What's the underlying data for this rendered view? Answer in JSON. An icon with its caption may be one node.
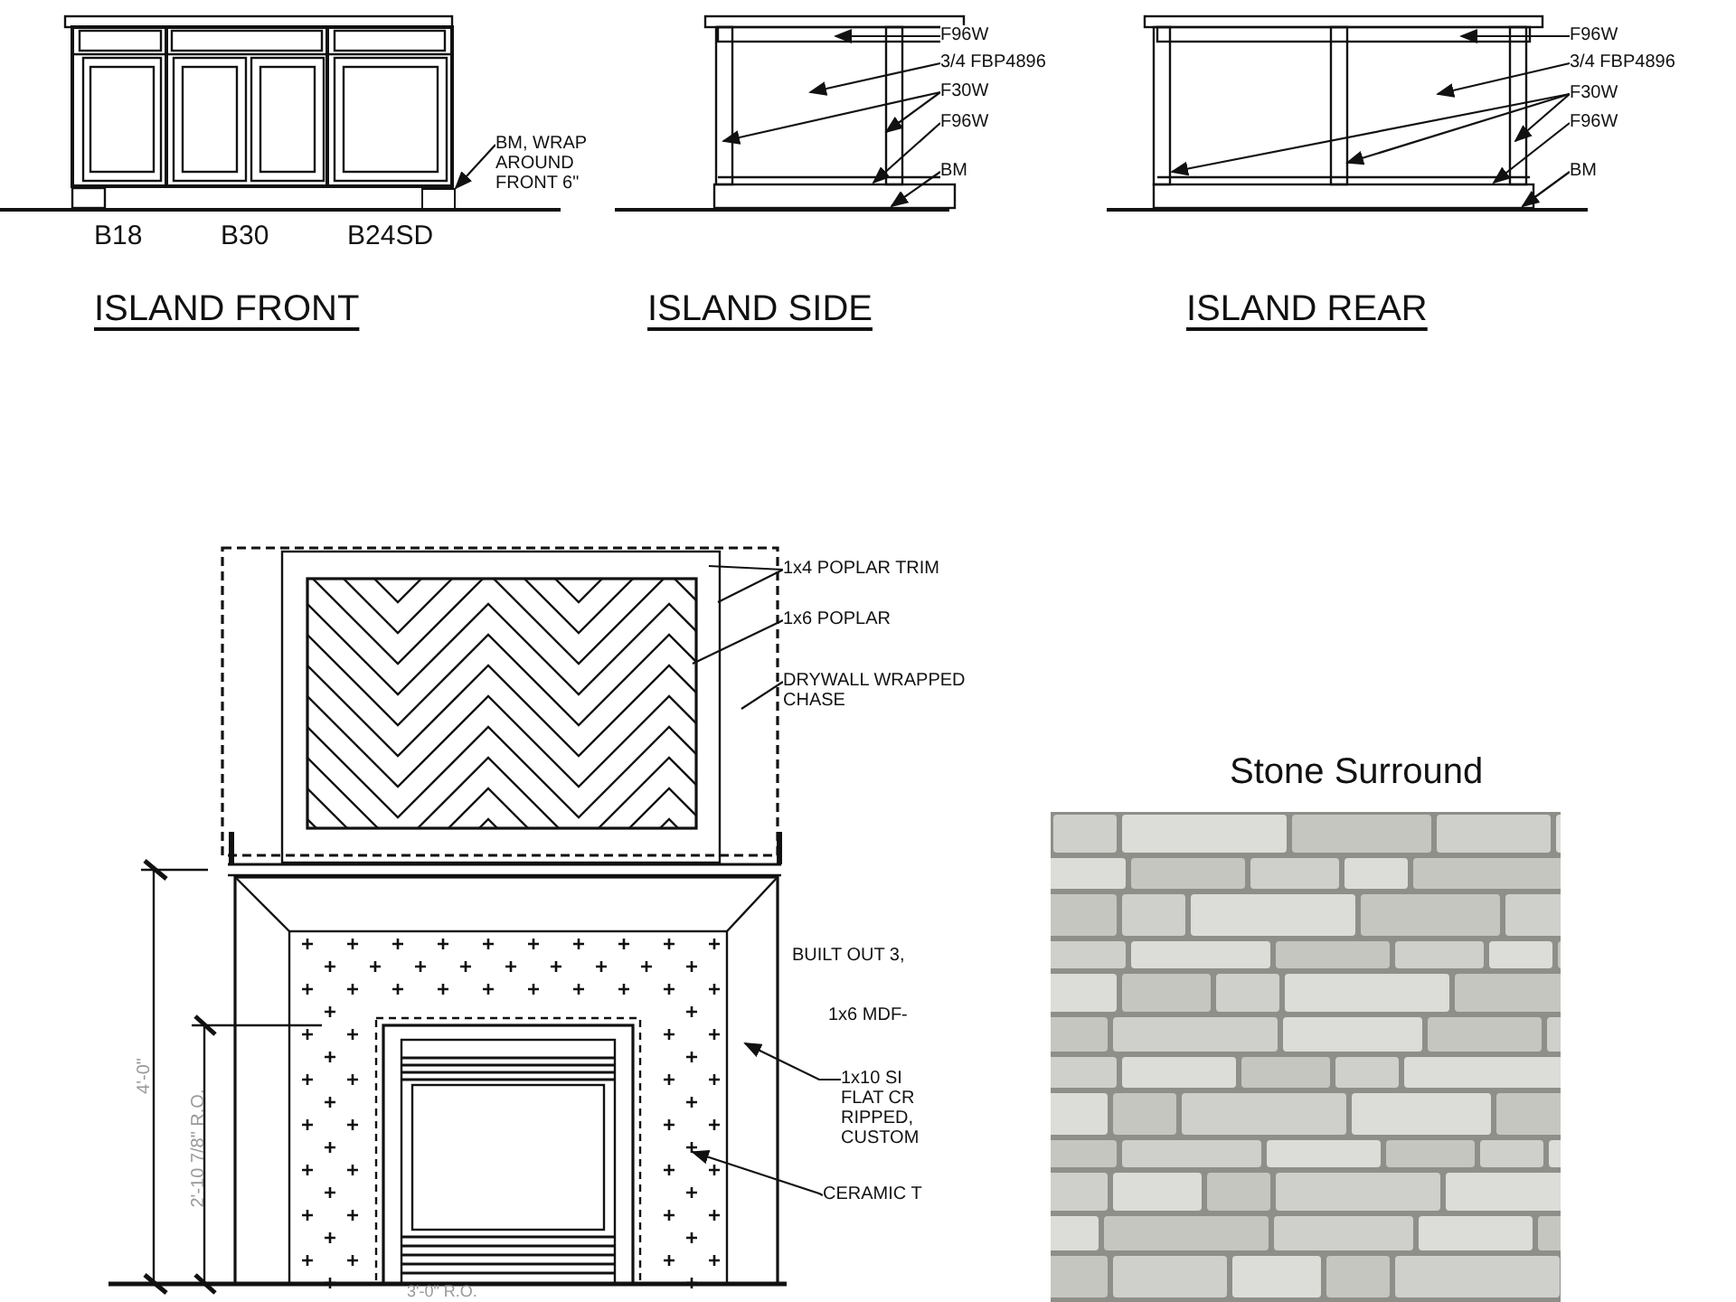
{
  "diagram": {
    "nodes": [
      {
        "text": [
          "BM, WRAP AROUND FRONT 6\""
        ]
      },
      {
        "text": [
          "F96W"
        ]
      },
      {
        "text": [
          "3/4 FBP4896"
        ]
      },
      {
        "text": [
          "F30W"
        ]
      },
      {
        "text": [
          "F96W"
        ]
      },
      {
        "text": [
          "BM"
        ]
      },
      {
        "text": [
          "F96W"
        ]
      },
      {
        "text": [
          "3/4 FBP4896"
        ]
      },
      {
        "text": [
          "F30W"
        ]
      },
      {
        "text": [
          "F96W"
        ]
      },
      {
        "text": [
          "BM"
        ]
      },
      {
        "text": [
          "1x4 POPLAR TRIM"
        ]
      },
      {
        "text": [
          "1x6 POPLAR"
        ]
      },
      {
        "text": [
          "DRYWALL WRAPPED CHASE"
        ]
      },
      {
        "text": [
          "1x10 SI FLAT CR RIPPED, CUSTOM"
        ]
      },
      {
        "text": [
          "CERAMIC T"
        ]
      },
      {
        "text": [],
        "shape": "box"
      }
    ],
    "edges": [
      {
        "from": 0,
        "to": 16,
        "arrow": "to"
      },
      {
        "from": 1,
        "to": null,
        "arrow": "to"
      },
      {
        "from": 2,
        "to": null,
        "arrow": "to"
      },
      {
        "from": 3,
        "to": null,
        "arrow": "to"
      },
      {
        "from": 3,
        "to": null,
        "arrow": "to"
      },
      {
        "from": 4,
        "to": null,
        "arrow": "to"
      },
      {
        "from": 5,
        "to": null,
        "arrow": "to"
      },
      {
        "from": 6,
        "to": null,
        "arrow": "to"
      },
      {
        "from": 7,
        "to": null,
        "arrow": "to"
      },
      {
        "from": 8,
        "to": null,
        "arrow": "to"
      },
      {
        "from": 8,
        "to": null,
        "arrow": "to"
      },
      {
        "from": 8,
        "to": null,
        "arrow": "to"
      },
      {
        "from": 9,
        "to": null,
        "arrow": "to"
      },
      {
        "from": 10,
        "to": null,
        "arrow": "to"
      },
      {
        "from": 11,
        "to": null,
        "arrow": "none"
      },
      {
        "from": 11,
        "to": null,
        "arrow": "none"
      },
      {
        "from": 12,
        "to": null,
        "arrow": "none"
      },
      {
        "from": 13,
        "to": null,
        "arrow": "none"
      },
      {
        "from": 14,
        "to": null,
        "arrow": "to"
      },
      {
        "from": 15,
        "to": null,
        "arrow": "to"
      }
    ],
    "labels": [
      "B18",
      "B30",
      "B24SD",
      "ISLAND FRONT",
      "ISLAND SIDE",
      "ISLAND REAR",
      "Stone Surround",
      "BUILT OUT 3,",
      "1x6 MDF-",
      "4'-0\"",
      "2'-10 7/8\" R.O.",
      "3'-0\" R.O."
    ]
  }
}
